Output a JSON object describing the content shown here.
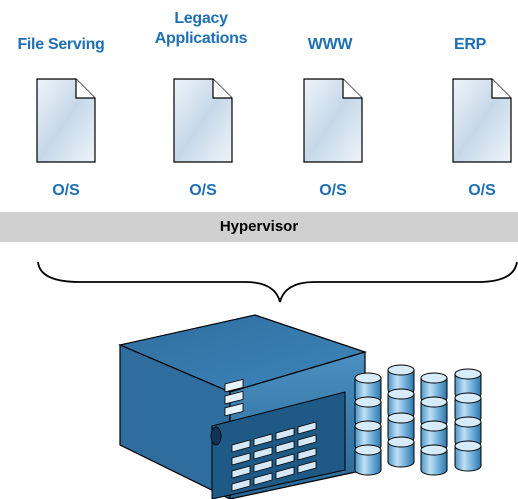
{
  "apps": [
    {
      "label": "File Serving",
      "os": "O/S"
    },
    {
      "label": "Legacy\nApplications",
      "os": "O/S"
    },
    {
      "label": "WWW",
      "os": "O/S"
    },
    {
      "label": "ERP",
      "os": "O/S"
    }
  ],
  "hypervisor": {
    "label": "Hypervisor"
  },
  "colors": {
    "accent": "#1f6fb4",
    "bar": "#d0d0d0",
    "server": "#3a7fb0"
  },
  "icons": {
    "document": "document-icon",
    "server": "server-icon",
    "storage": "storage-cylinders-icon",
    "brace": "curly-brace-icon"
  }
}
